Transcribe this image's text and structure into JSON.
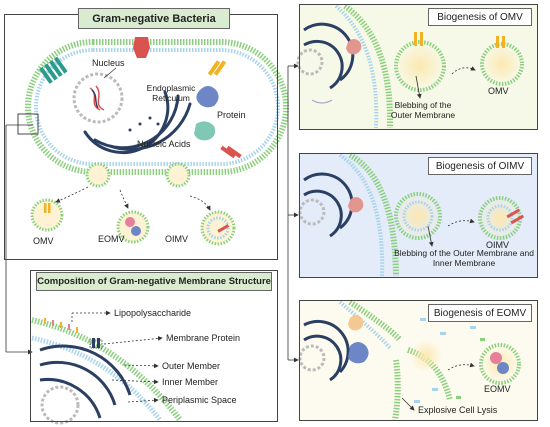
{
  "main_panel": {
    "title": "Gram-negative Bacteria",
    "labels": {
      "nucleus": "Nucleus",
      "er": "Endoplasmic Reticulum",
      "protein": "Protein",
      "nucleic_acids": "Nucleic Acids"
    },
    "vesicles": [
      "OMV",
      "EOMV",
      "OIMV"
    ]
  },
  "composition_panel": {
    "title": "Composition of Gram-negative Membrane Structure",
    "labels": [
      "Lipopolysaccharide",
      "Membrane Protein",
      "Outer Member",
      "Inner Member",
      "Periplasmic Space"
    ]
  },
  "omv_panel": {
    "title": "Biogenesis of OMV",
    "caption": "Blebbing of the Outer Membrane",
    "result": "OMV"
  },
  "oimv_panel": {
    "title": "Biogenesis of OIMV",
    "caption": "Blebbing of the Outer Membrane and Inner Membrane",
    "result": "OIMV"
  },
  "eomv_panel": {
    "title": "Biogenesis of EOMV",
    "caption": "Explosive Cell Lysis",
    "result": "EOMV"
  },
  "colors": {
    "title_fill": "#d9ecd0",
    "outer_membrane": "#8ccf7e",
    "inner_membrane": "#a7d3ec",
    "omv_bg": "#f7f9e8",
    "oimv_bg": "#e3ecf8",
    "eomv_bg": "#fdfbef",
    "dna": "#2b3f63",
    "protein_teal": "#2a9b8c",
    "protein_red": "#d9534f",
    "protein_yellow": "#f0b323",
    "protein_blue": "#6d86c6",
    "protein_pink": "#e57f9a"
  }
}
